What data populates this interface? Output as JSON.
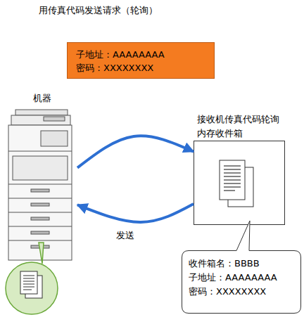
{
  "diagram": {
    "title": "用传真代码发送请求（轮询）",
    "nodes": [
      {
        "text": [
          "子地址：AAAAAAAA",
          "密码：XXXXXXXX"
        ]
      },
      {
        "text": [
          "机器"
        ]
      },
      {
        "text": [
          "接收机传真代码轮询 内存收件箱"
        ]
      },
      {
        "text": [
          "收件箱名：BBBB",
          "子地址：AAAAAAAA",
          "密码：XXXXXXXX"
        ]
      }
    ],
    "edges": [
      {
        "from": 1,
        "to": 2,
        "arrow": "to"
      },
      {
        "from": 2,
        "to": 1,
        "arrow": "to",
        "label": "发送"
      }
    ]
  }
}
